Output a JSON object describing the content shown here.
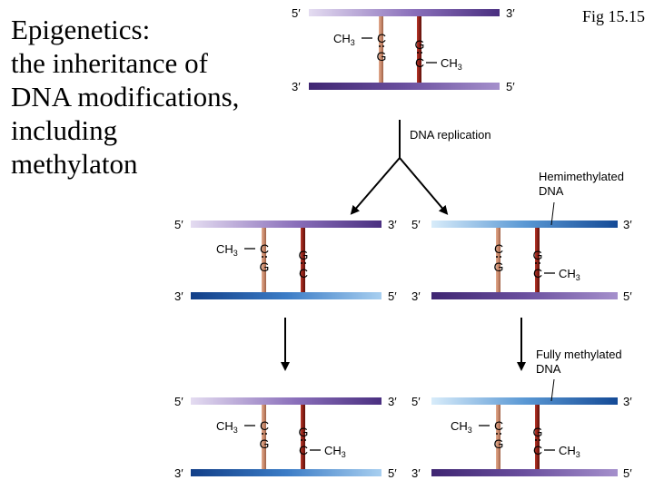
{
  "title_lines": [
    "Epigenetics:",
    "the inheritance of",
    "DNA modifications,",
    "including",
    "methylaton"
  ],
  "figure_label": "Fig 15.15",
  "labels": {
    "end_5": "5′",
    "end_3": "3′",
    "base_c": "C",
    "base_g": "G",
    "methyl": "CH",
    "methyl_sub": "3",
    "dna_replication": "DNA replication",
    "hemimethylated": [
      "Hemimethylated",
      "DNA"
    ],
    "fully_methylated": [
      "Fully methylated",
      "DNA"
    ]
  },
  "colors": {
    "parental_strand": "#5a3f8e",
    "new_strand": "#1d58a8",
    "c_pair_stick": "#c98a6c",
    "g_pair_stick": "#8c1f16",
    "text": "#000000"
  }
}
